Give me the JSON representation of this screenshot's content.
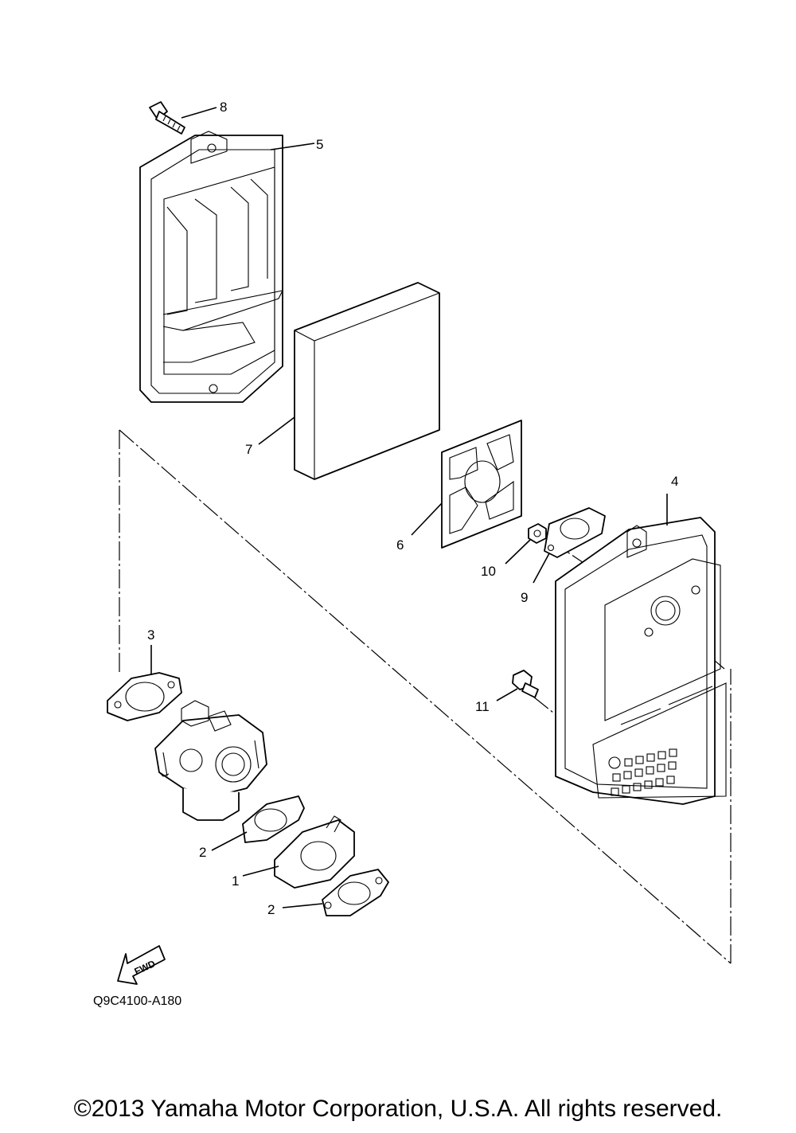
{
  "diagram": {
    "callouts": [
      "1",
      "2",
      "2",
      "3",
      "4",
      "5",
      "6",
      "7",
      "8",
      "9",
      "10",
      "11"
    ],
    "fwd_label": "FWD",
    "drawing_code": "Q9C4100-A180"
  },
  "footer": {
    "copyright": "©2013 Yamaha Motor Corporation, U.S.A. All rights reserved."
  }
}
